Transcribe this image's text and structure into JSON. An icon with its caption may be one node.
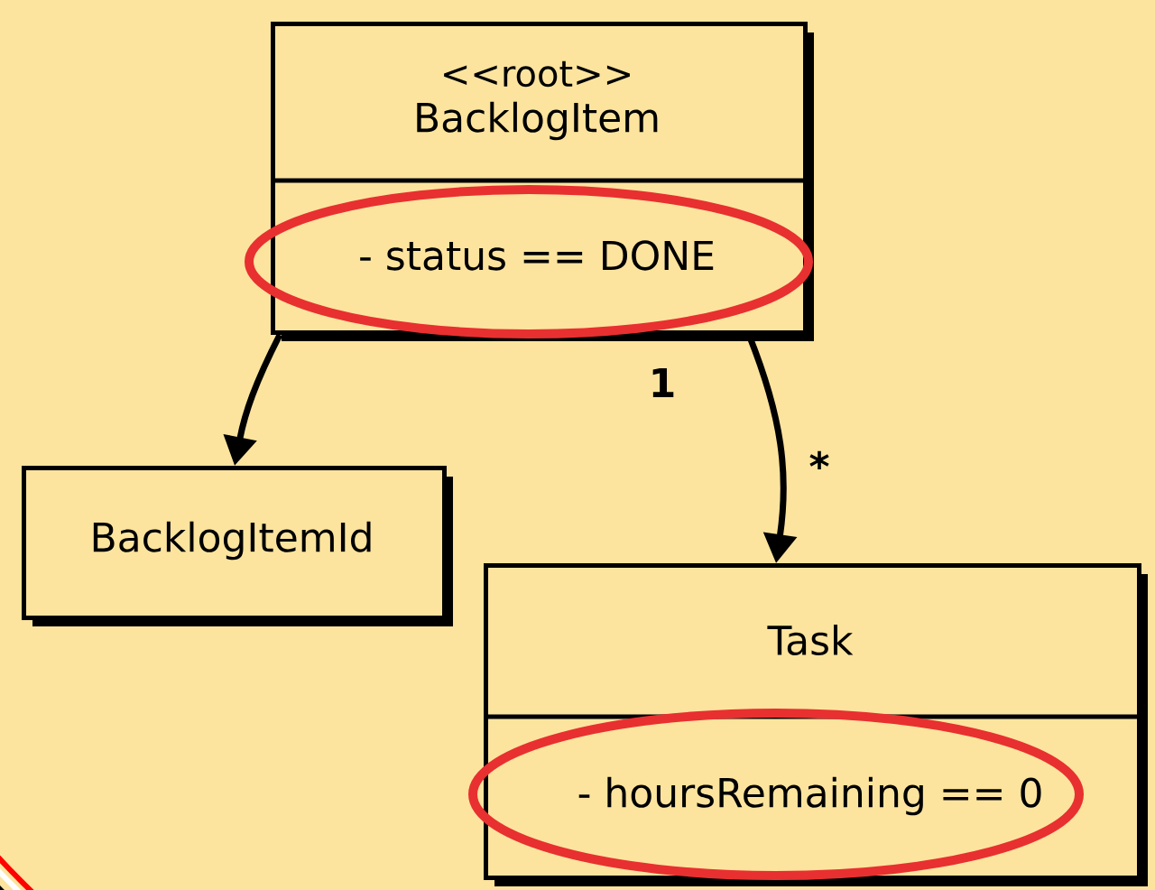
{
  "diagram": {
    "nodes": [
      {
        "text": [
          "<<root>>",
          "BacklogItem",
          "- status == DONE"
        ]
      },
      {
        "text": [
          "BacklogItemId"
        ]
      },
      {
        "text": [
          "Task",
          "- hoursRemaining == 0"
        ]
      }
    ],
    "edges": [
      {
        "from": 0,
        "to": 1,
        "arrow": "to"
      },
      {
        "from": 0,
        "to": 2,
        "arrow": "to"
      }
    ],
    "labels": [
      "1",
      "*"
    ]
  }
}
